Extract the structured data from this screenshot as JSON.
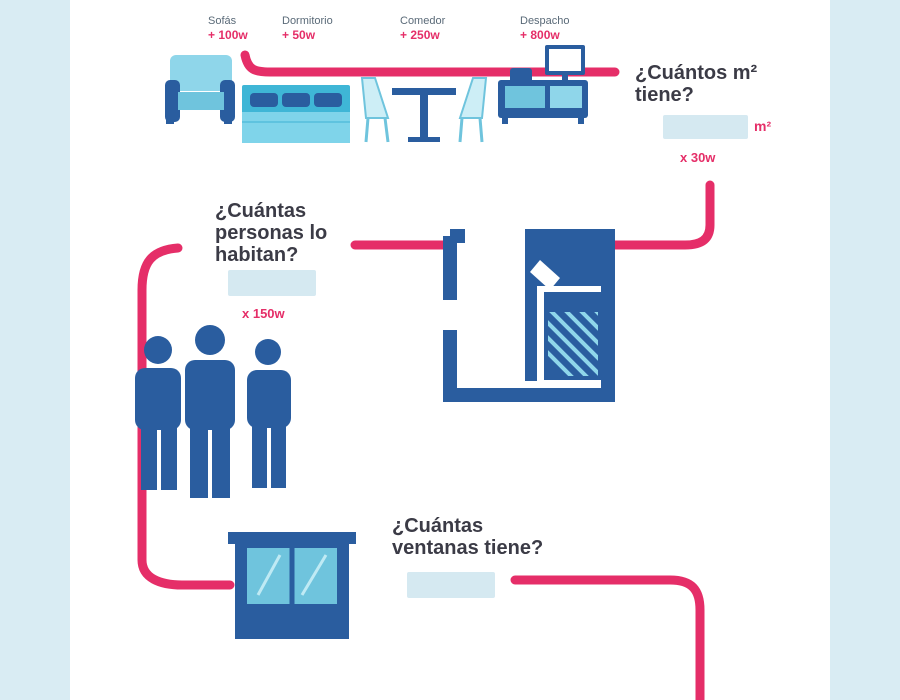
{
  "furniture": [
    {
      "name": "Sofás",
      "watts": "+ 100w"
    },
    {
      "name": "Dormitorio",
      "watts": "+ 50w"
    },
    {
      "name": "Comedor",
      "watts": "+ 250w"
    },
    {
      "name": "Despacho",
      "watts": "+ 800w"
    }
  ],
  "area": {
    "question_line1": "¿Cuántos m²",
    "question_line2": "tiene?",
    "placeholder": "",
    "unit": "m²",
    "multiplier": "x 30w"
  },
  "people": {
    "question_line1": "¿Cuántas",
    "question_line2": "personas lo",
    "question_line3": "habitan?",
    "placeholder": "",
    "multiplier": "x 150w"
  },
  "windows": {
    "question_line1": "¿Cuántas",
    "question_line2": "ventanas tiene?",
    "placeholder": "",
    "note": ""
  },
  "colors": {
    "accent": "#e52e68",
    "dark_blue": "#2a5d9f",
    "light_blue": "#6fd3e8",
    "field_bg": "#d5e9f1",
    "page_bg": "#d9ecf3"
  },
  "icons": [
    "armchair-icon",
    "bed-icon",
    "dining-table-icon",
    "desk-icon",
    "floor-plan-icon",
    "people-icon",
    "window-icon"
  ]
}
